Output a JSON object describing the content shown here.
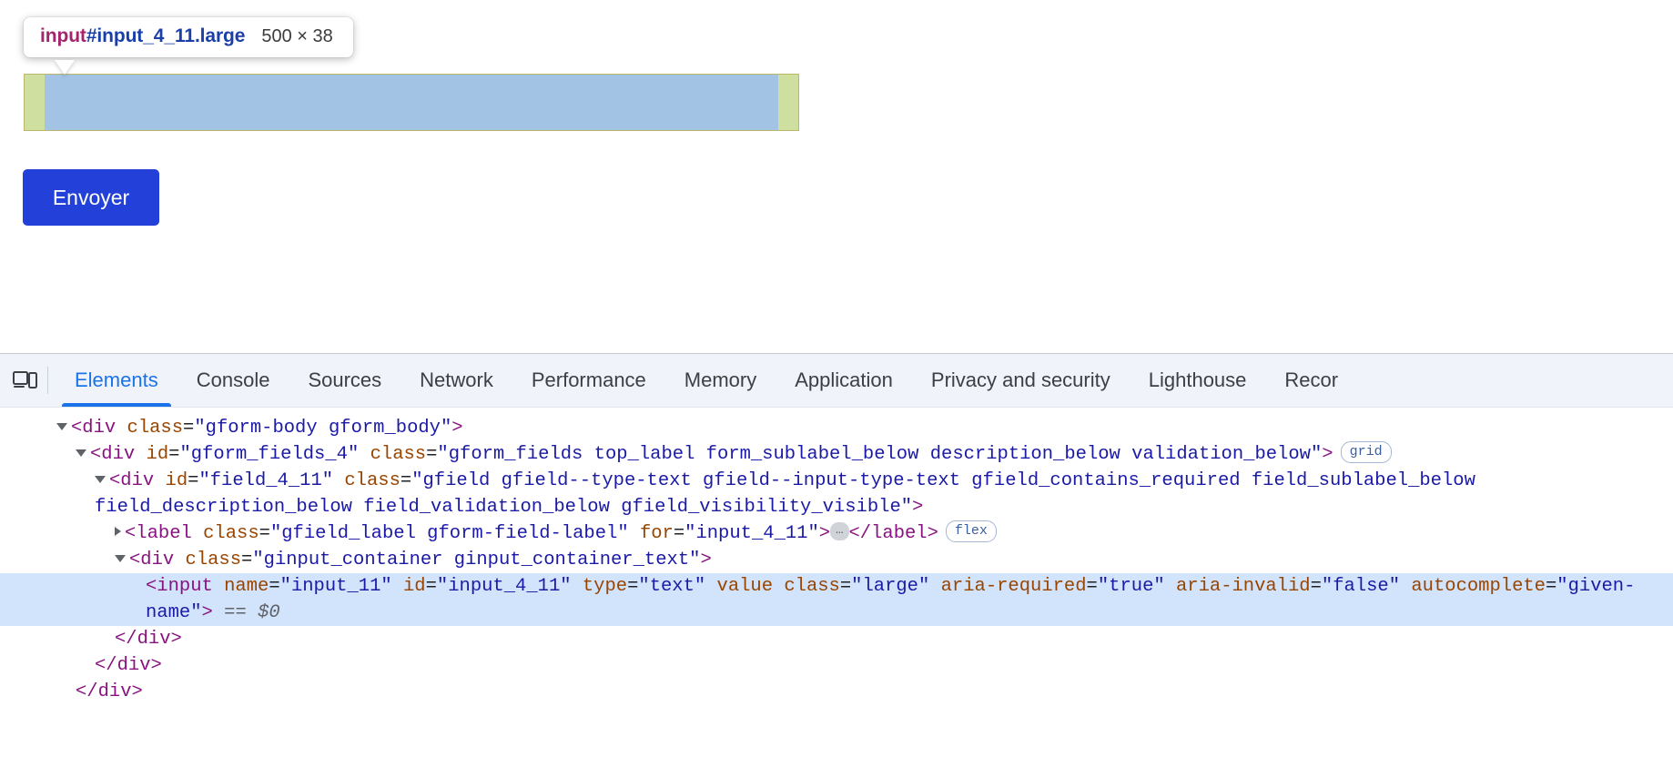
{
  "page": {
    "inspect_tooltip": {
      "tag_name": "input",
      "selector": "#input_4_11.large",
      "dimensions": "500 × 38"
    },
    "submit_button_label": "Envoyer",
    "colors": {
      "highlight_content": "#a3c3e4",
      "highlight_padding": "#cfdfa0",
      "highlight_border": "#bdb76b",
      "button_bg": "#2341d8",
      "tooltip_tag_color": "#a4246e",
      "tooltip_id_color": "#1a3fa8"
    }
  },
  "devtools": {
    "device_toolbar_icon": "device-toolbar-icon",
    "tabs": [
      {
        "label": "Elements",
        "active": true
      },
      {
        "label": "Console",
        "active": false
      },
      {
        "label": "Sources",
        "active": false
      },
      {
        "label": "Network",
        "active": false
      },
      {
        "label": "Performance",
        "active": false
      },
      {
        "label": "Memory",
        "active": false
      },
      {
        "label": "Application",
        "active": false
      },
      {
        "label": "Privacy and security",
        "active": false
      },
      {
        "label": "Lighthouse",
        "active": false
      },
      {
        "label": "Recor",
        "active": false
      }
    ],
    "dom_tree": {
      "line1": {
        "open": "<div ",
        "attr1_name": "class",
        "attr1_value": "\"gform-body gform_body\"",
        "close": ">"
      },
      "line2": {
        "open": "<div ",
        "attr1_name": "id",
        "attr1_value": "\"gform_fields_4\"",
        "attr2_name": "class",
        "attr2_value": "\"gform_fields top_label form_sublabel_below description_below validation_below\"",
        "close": ">",
        "badge": "grid"
      },
      "line3": {
        "open": "<div ",
        "attr1_name": "id",
        "attr1_value": "\"field_4_11\"",
        "attr2_name": "class",
        "attr2_value": "\"gfield gfield--type-text gfield--input-type-text gfield_contains_required field_sublabel_below field_description_below field_validation_below gfield_visibility_visible\"",
        "close": ">"
      },
      "line4": {
        "open": "<label ",
        "attr1_name": "class",
        "attr1_value": "\"gfield_label gform-field-label\"",
        "attr2_name": "for",
        "attr2_value": "\"input_4_11\"",
        "gt": ">",
        "ellipsis": "…",
        "closetag": "</label>",
        "badge": "flex"
      },
      "line5": {
        "open": "<div ",
        "attr1_name": "class",
        "attr1_value": "\"ginput_container ginput_container_text\"",
        "close": ">"
      },
      "line6_selected": {
        "open": "<input ",
        "attr1_name": "name",
        "attr1_value": "\"input_11\"",
        "attr2_name": "id",
        "attr2_value": "\"input_4_11\"",
        "attr3_name": "type",
        "attr3_value": "\"text\"",
        "attr4_name": "value",
        "attr5_name": "class",
        "attr5_value": "\"large\"",
        "attr6_name": "aria-required",
        "attr6_value": "\"true\"",
        "attr7_name": "aria-invalid",
        "attr7_value": "\"false\"",
        "attr8_name": "autocomplete",
        "attr8_value": "\"given-name\"",
        "close": ">",
        "marker": "==",
        "console_ref": "$0"
      },
      "line7": "</div>",
      "line8": "</div>",
      "line9": "</div>"
    }
  }
}
